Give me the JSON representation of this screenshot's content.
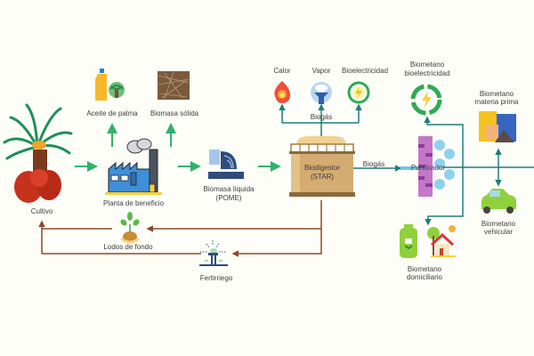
{
  "diagram": {
    "nodes": {
      "cultivo": {
        "label": "Cultivo",
        "icon": "palm-tree-icon"
      },
      "planta": {
        "label": "Planta de beneficio",
        "icon": "factory-icon"
      },
      "aceite": {
        "label": "Aceite de palma",
        "icon": "palm-oil-bottle-icon"
      },
      "biomasa_solida": {
        "label": "Biomasa sólida",
        "icon": "fiber-texture-icon"
      },
      "pome": {
        "label_line1": "Biomasa líquida",
        "label_line2": "(POME)",
        "icon": "liquid-pipe-icon"
      },
      "biodigestor": {
        "label_line1": "Biodigestor",
        "label_line2": "(STAR)",
        "icon": "tank-icon"
      },
      "calor": {
        "label": "Calor",
        "icon": "flame-icon"
      },
      "vapor": {
        "label": "Vapor",
        "icon": "steam-icon"
      },
      "bioelectricidad": {
        "label": "Bioelectricidad",
        "icon": "lightning-icon"
      },
      "biogas_up": {
        "label": "Biogás"
      },
      "biogas_right": {
        "label": "Biogás"
      },
      "purificador": {
        "label": "Purificador",
        "icon": "filter-icon"
      },
      "bm_bioelec": {
        "label_line1": "Biometano",
        "label_line2": "bioelectricidad",
        "icon": "recycle-lightning-icon"
      },
      "bm_materia": {
        "label_line1": "Biometano",
        "label_line2": "materia prima",
        "icon": "barrels-icon"
      },
      "bm_vehicular": {
        "label_line1": "Biometano",
        "label_line2": "vehicular",
        "icon": "car-icon"
      },
      "bm_domiciliario": {
        "label_line1": "Biometano",
        "label_line2": "domiciliario",
        "icon": "gas-cylinder-house-icon"
      },
      "lodos": {
        "label": "Lodos de fondo",
        "icon": "sprout-icon"
      },
      "fertirriego": {
        "label": "Fertirriego",
        "icon": "sprinkler-icon"
      }
    },
    "colors": {
      "green_arrow": "#2fb36a",
      "teal_line": "#1f7f7a",
      "brown_line": "#8a4a26",
      "background": "#fefef9"
    }
  }
}
